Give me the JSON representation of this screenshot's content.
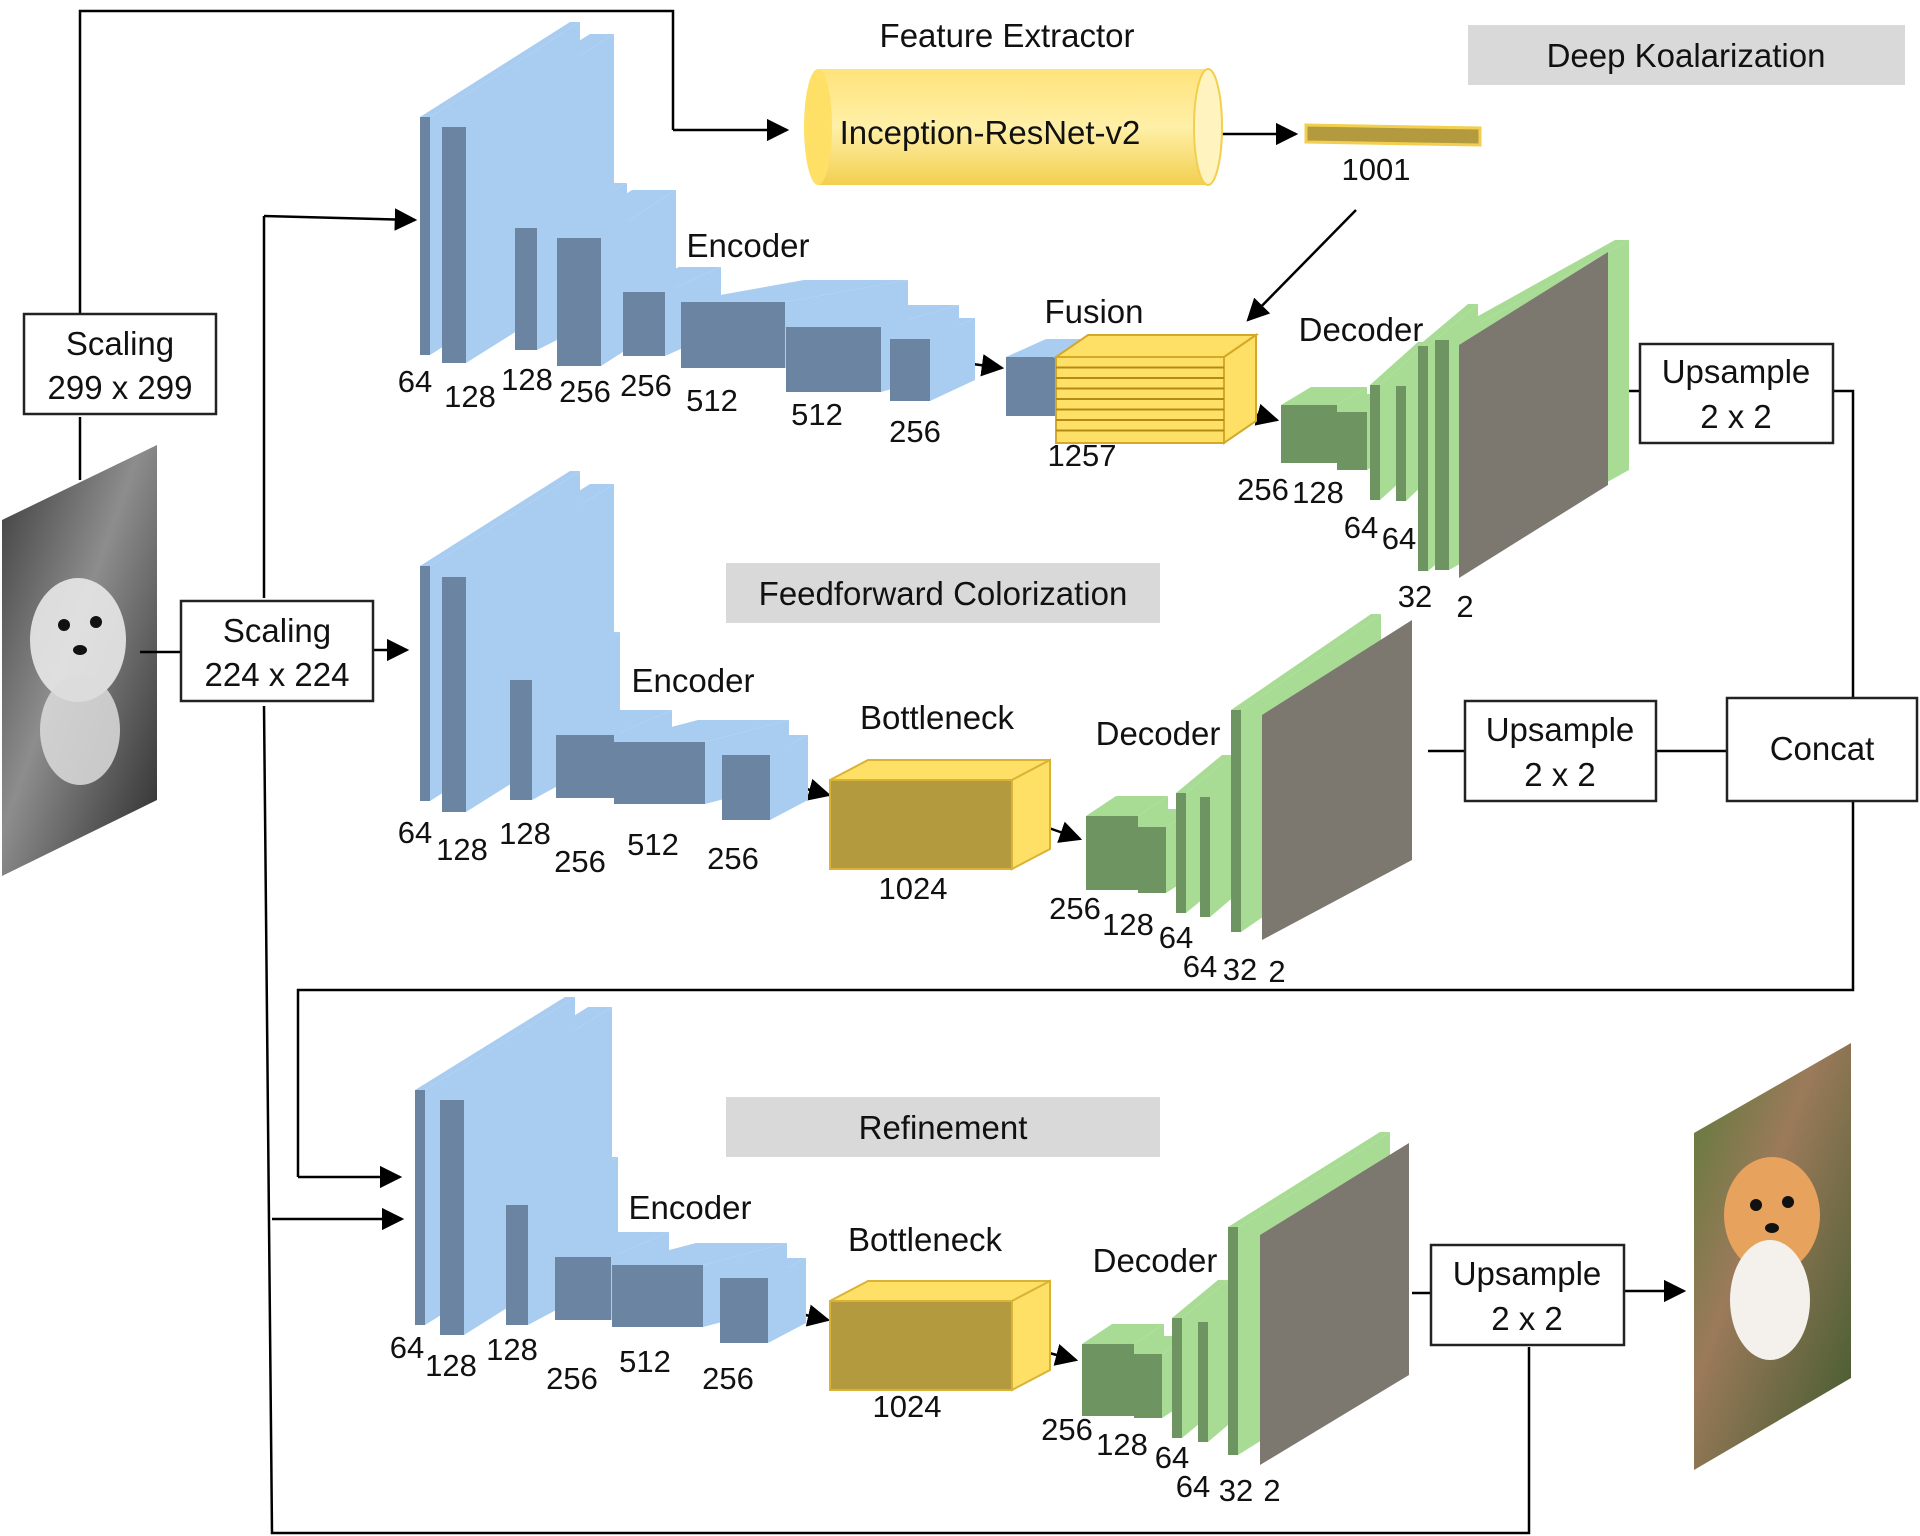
{
  "banners": {
    "deep_koalarization": "Deep Koalarization",
    "feedforward_colorization": "Feedforward Colorization",
    "refinement": "Refinement"
  },
  "feature_extractor": {
    "title": "Feature Extractor",
    "model": "Inception-ResNet-v2",
    "output_size": "1001"
  },
  "boxes": {
    "scaling_299": [
      "Scaling",
      "299 x 299"
    ],
    "scaling_224": [
      "Scaling",
      "224 x 224"
    ],
    "upsample_top": [
      "Upsample",
      "2 x 2"
    ],
    "upsample_mid": [
      "Upsample",
      "2 x 2"
    ],
    "upsample_bottom": [
      "Upsample",
      "2 x 2"
    ],
    "concat": "Concat"
  },
  "top_branch": {
    "encoder_label": "Encoder",
    "fusion_label": "Fusion",
    "fusion_size": "1257",
    "decoder_label": "Decoder",
    "encoder_sizes": [
      "64",
      "128",
      "128",
      "256",
      "256",
      "512",
      "512",
      "256"
    ],
    "decoder_sizes": [
      "256",
      "128",
      "64",
      "64",
      "32",
      "2"
    ]
  },
  "middle_branch": {
    "encoder_label": "Encoder",
    "bottleneck_label": "Bottleneck",
    "bottleneck_size": "1024",
    "decoder_label": "Decoder",
    "encoder_sizes": [
      "64",
      "128",
      "128",
      "256",
      "512",
      "256"
    ],
    "decoder_sizes": [
      "256",
      "128",
      "64",
      "64",
      "32",
      "2"
    ]
  },
  "bottom_branch": {
    "encoder_label": "Encoder",
    "bottleneck_label": "Bottleneck",
    "bottleneck_size": "1024",
    "decoder_label": "Decoder",
    "encoder_sizes": [
      "64",
      "128",
      "128",
      "256",
      "512",
      "256"
    ],
    "decoder_sizes": [
      "256",
      "128",
      "64",
      "64",
      "32",
      "2"
    ]
  },
  "colors": {
    "encoder_front": "#6b84a1",
    "encoder_side": "#a9cdf1",
    "fusion_yellow": "#ffe066",
    "bottleneck_front": "#b39a3e",
    "decoder_front": "#6e9561",
    "decoder_side": "#a8dc95",
    "output_map": "#7d786f"
  }
}
